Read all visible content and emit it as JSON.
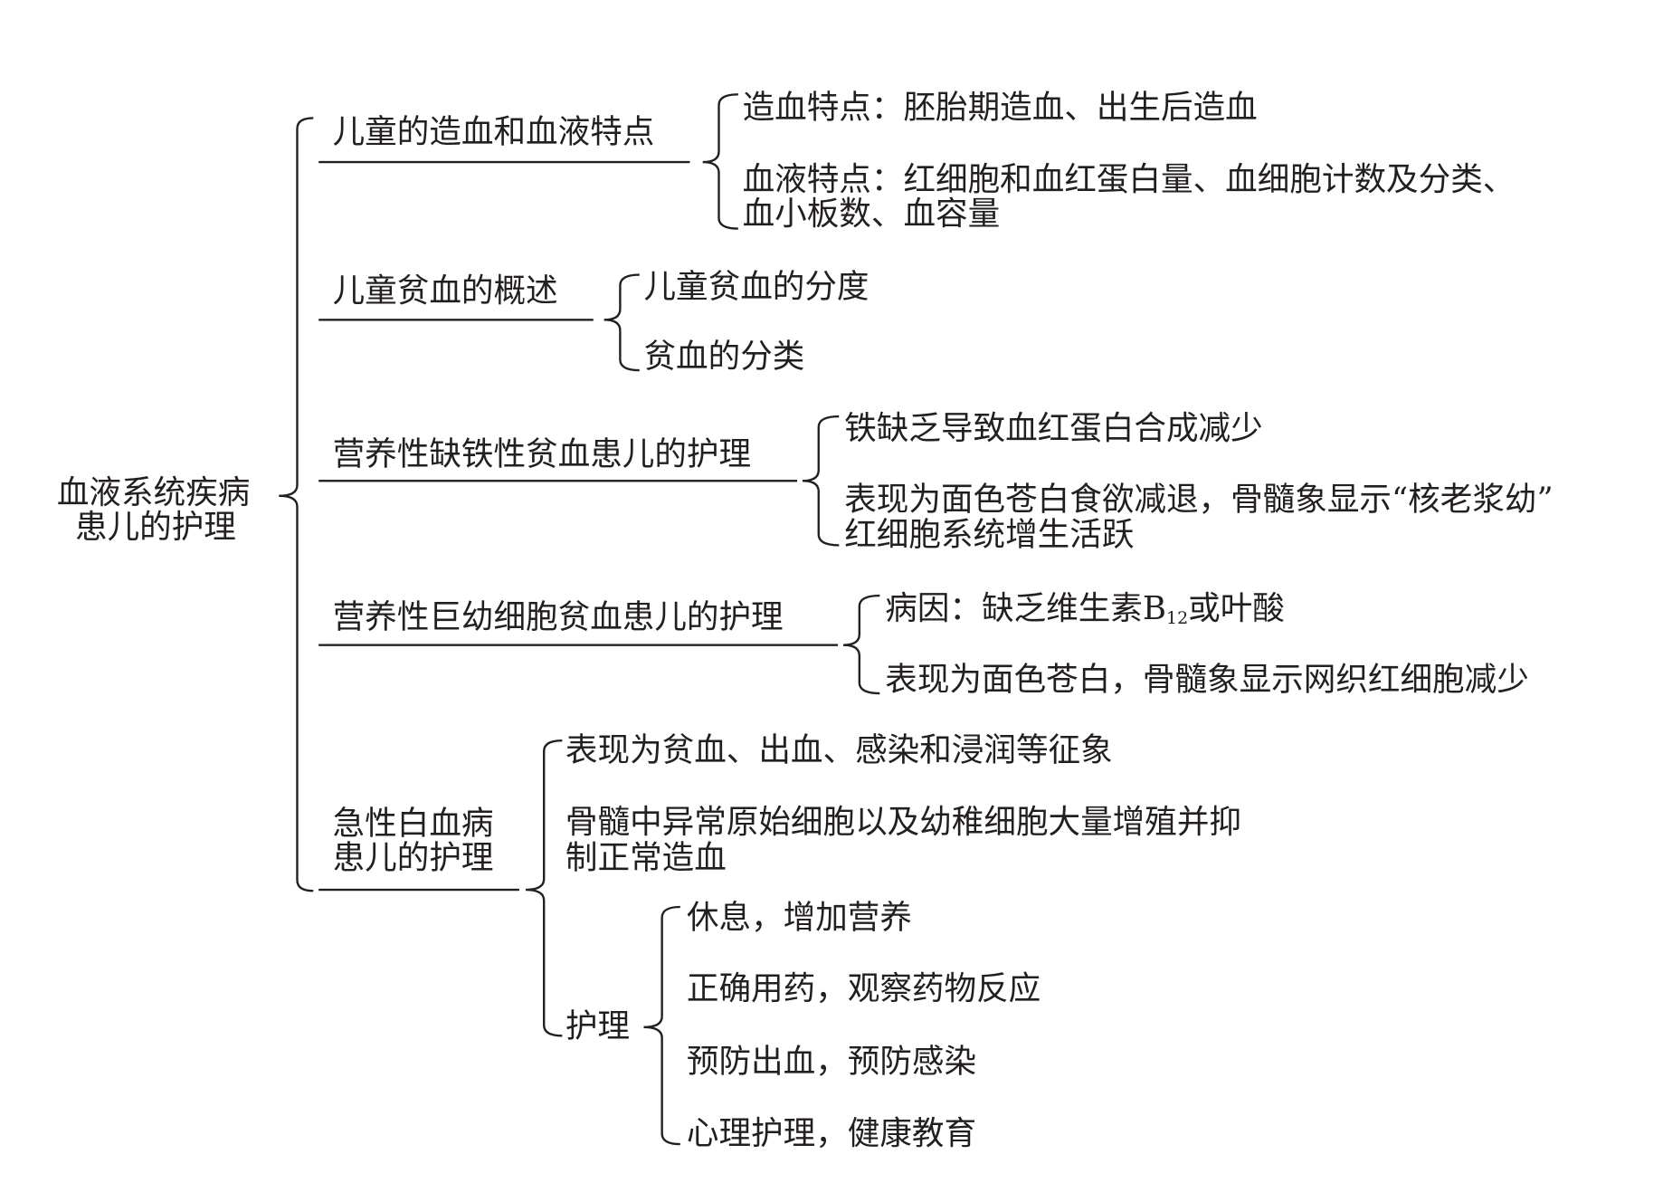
{
  "root": {
    "line1": "血液系统疾病",
    "line2": "患儿的护理"
  },
  "branches": [
    {
      "label": "儿童的造血和血液特点",
      "items": [
        "造血特点：胚胎期造血、出生后造血",
        "血液特点：红细胞和血红蛋白量、血细胞计数及分类、",
        "血小板数、血容量"
      ]
    },
    {
      "label": "儿童贫血的概述",
      "items": [
        "儿童贫血的分度",
        "贫血的分类"
      ]
    },
    {
      "label": "营养性缺铁性贫血患儿的护理",
      "items": [
        "铁缺乏导致血红蛋白合成减少",
        "表现为面色苍白食欲减退，骨髓象显示“核老浆幼”",
        "红细胞系统增生活跃"
      ]
    },
    {
      "label": "营养性巨幼细胞贫血患儿的护理",
      "items": [
        {
          "pre": "病因：缺乏维生素B",
          "sub": "12",
          "post": "或叶酸"
        },
        "表现为面色苍白，骨髓象显示网织红细胞减少"
      ]
    },
    {
      "label_line1": "急性白血病",
      "label_line2": "患儿的护理",
      "items": [
        "表现为贫血、出血、感染和浸润等征象",
        "骨髓中异常原始细胞以及幼稚细胞大量增殖并抑",
        "制正常造血"
      ],
      "care": {
        "label": "护理",
        "items": [
          "休息，增加营养",
          "正确用药，观察药物反应",
          "预防出血，预防感染",
          "心理护理，健康教育"
        ]
      }
    }
  ]
}
